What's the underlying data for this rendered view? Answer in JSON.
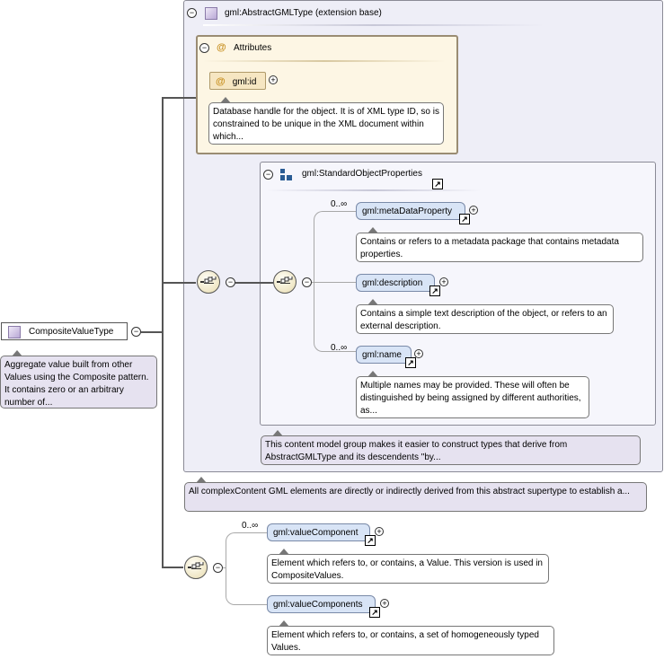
{
  "root": {
    "name": "CompositeValueType",
    "description": "Aggregate value built from other Values using the Composite pattern. It contains zero or an arbitrary number of..."
  },
  "extension": {
    "title": "gml:AbstractGMLType (extension base)",
    "description": "All complexContent GML elements are directly or indirectly derived from this abstract supertype to establish a..."
  },
  "attributes": {
    "title": "Attributes",
    "at_symbol": "@",
    "item": "gml:id",
    "description": "Database handle for the object. It is of XML type ID, so is constrained to be unique in the XML document within which..."
  },
  "group": {
    "title": "gml:StandardObjectProperties",
    "description": "This content model group makes it easier to construct types that derive from AbstractGMLType and its descendents \"by...",
    "elements": [
      {
        "occurrence": "0..∞",
        "name": "gml:metaDataProperty",
        "description": "Contains or refers to a metadata package that contains metadata properties."
      },
      {
        "occurrence": "",
        "name": "gml:description",
        "description": "Contains a simple text description of the object, or refers to an external description."
      },
      {
        "occurrence": "0..∞",
        "name": "gml:name",
        "description": "Multiple names may be provided. These will often be distinguished by being assigned by different authorities, as..."
      }
    ]
  },
  "sequence2": {
    "occurrence": "0..∞",
    "elements": [
      {
        "name": "gml:valueComponent",
        "description": "Element which refers to, or contains, a Value. This version is used in CompositeValues."
      },
      {
        "name": "gml:valueComponents",
        "description": "Element which refers to, or contains, a set of homogeneously typed Values."
      }
    ]
  },
  "icons": {
    "collapse": "−",
    "expand": "+",
    "reference": "↗"
  }
}
